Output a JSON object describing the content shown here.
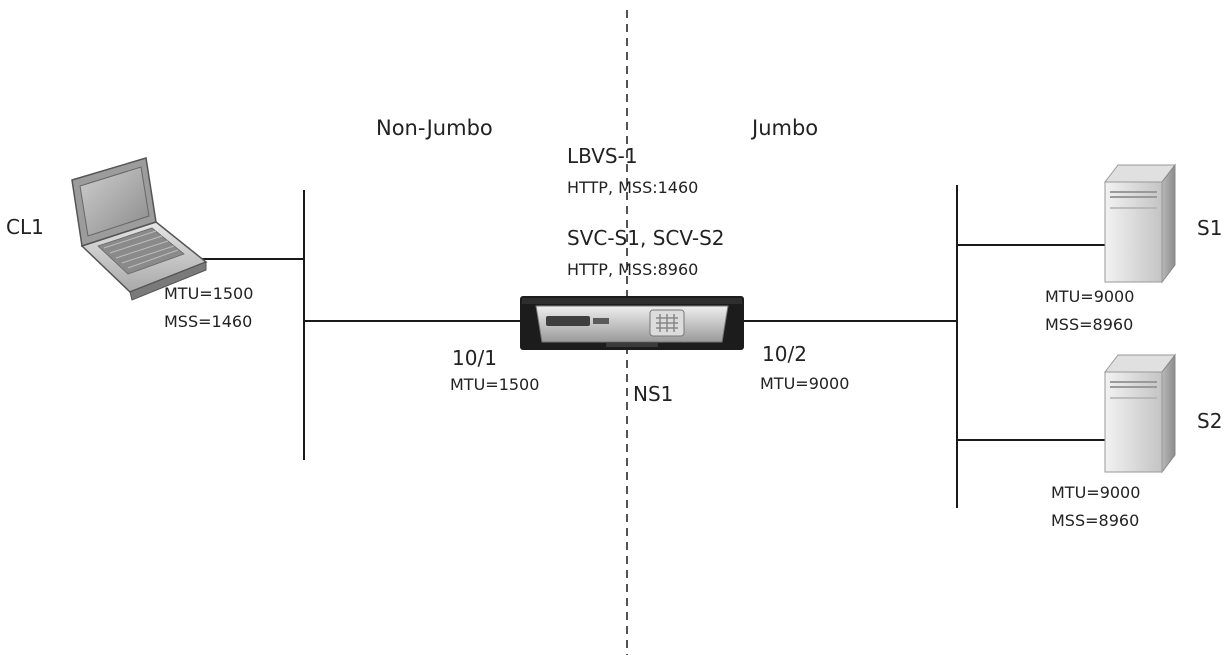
{
  "zones": {
    "left": "Non-Jumbo",
    "right": "Jumbo"
  },
  "client": {
    "name": "CL1",
    "mtu": "MTU=1500",
    "mss": "MSS=1460",
    "icon": "laptop-icon"
  },
  "appliance": {
    "name": "NS1",
    "icon": "netscaler-appliance-icon",
    "vserver": {
      "name": "LBVS-1",
      "detail": "HTTP, MSS:1460"
    },
    "services": {
      "name": "SVC-S1, SCV-S2",
      "detail": "HTTP, MSS:8960"
    },
    "interfaces": [
      {
        "port": "10/1",
        "mtu": "MTU=1500"
      },
      {
        "port": "10/2",
        "mtu": "MTU=9000"
      }
    ]
  },
  "servers": [
    {
      "name": "S1",
      "mtu": "MTU=9000",
      "mss": "MSS=8960",
      "icon": "server-tower-icon"
    },
    {
      "name": "S2",
      "mtu": "MTU=9000",
      "mss": "MSS=8960",
      "icon": "server-tower-icon"
    }
  ],
  "colors": {
    "line": "#1a1a1a",
    "text": "#222222",
    "device_body": "#c8c8c8",
    "appliance_body": "#1c1c1c"
  }
}
